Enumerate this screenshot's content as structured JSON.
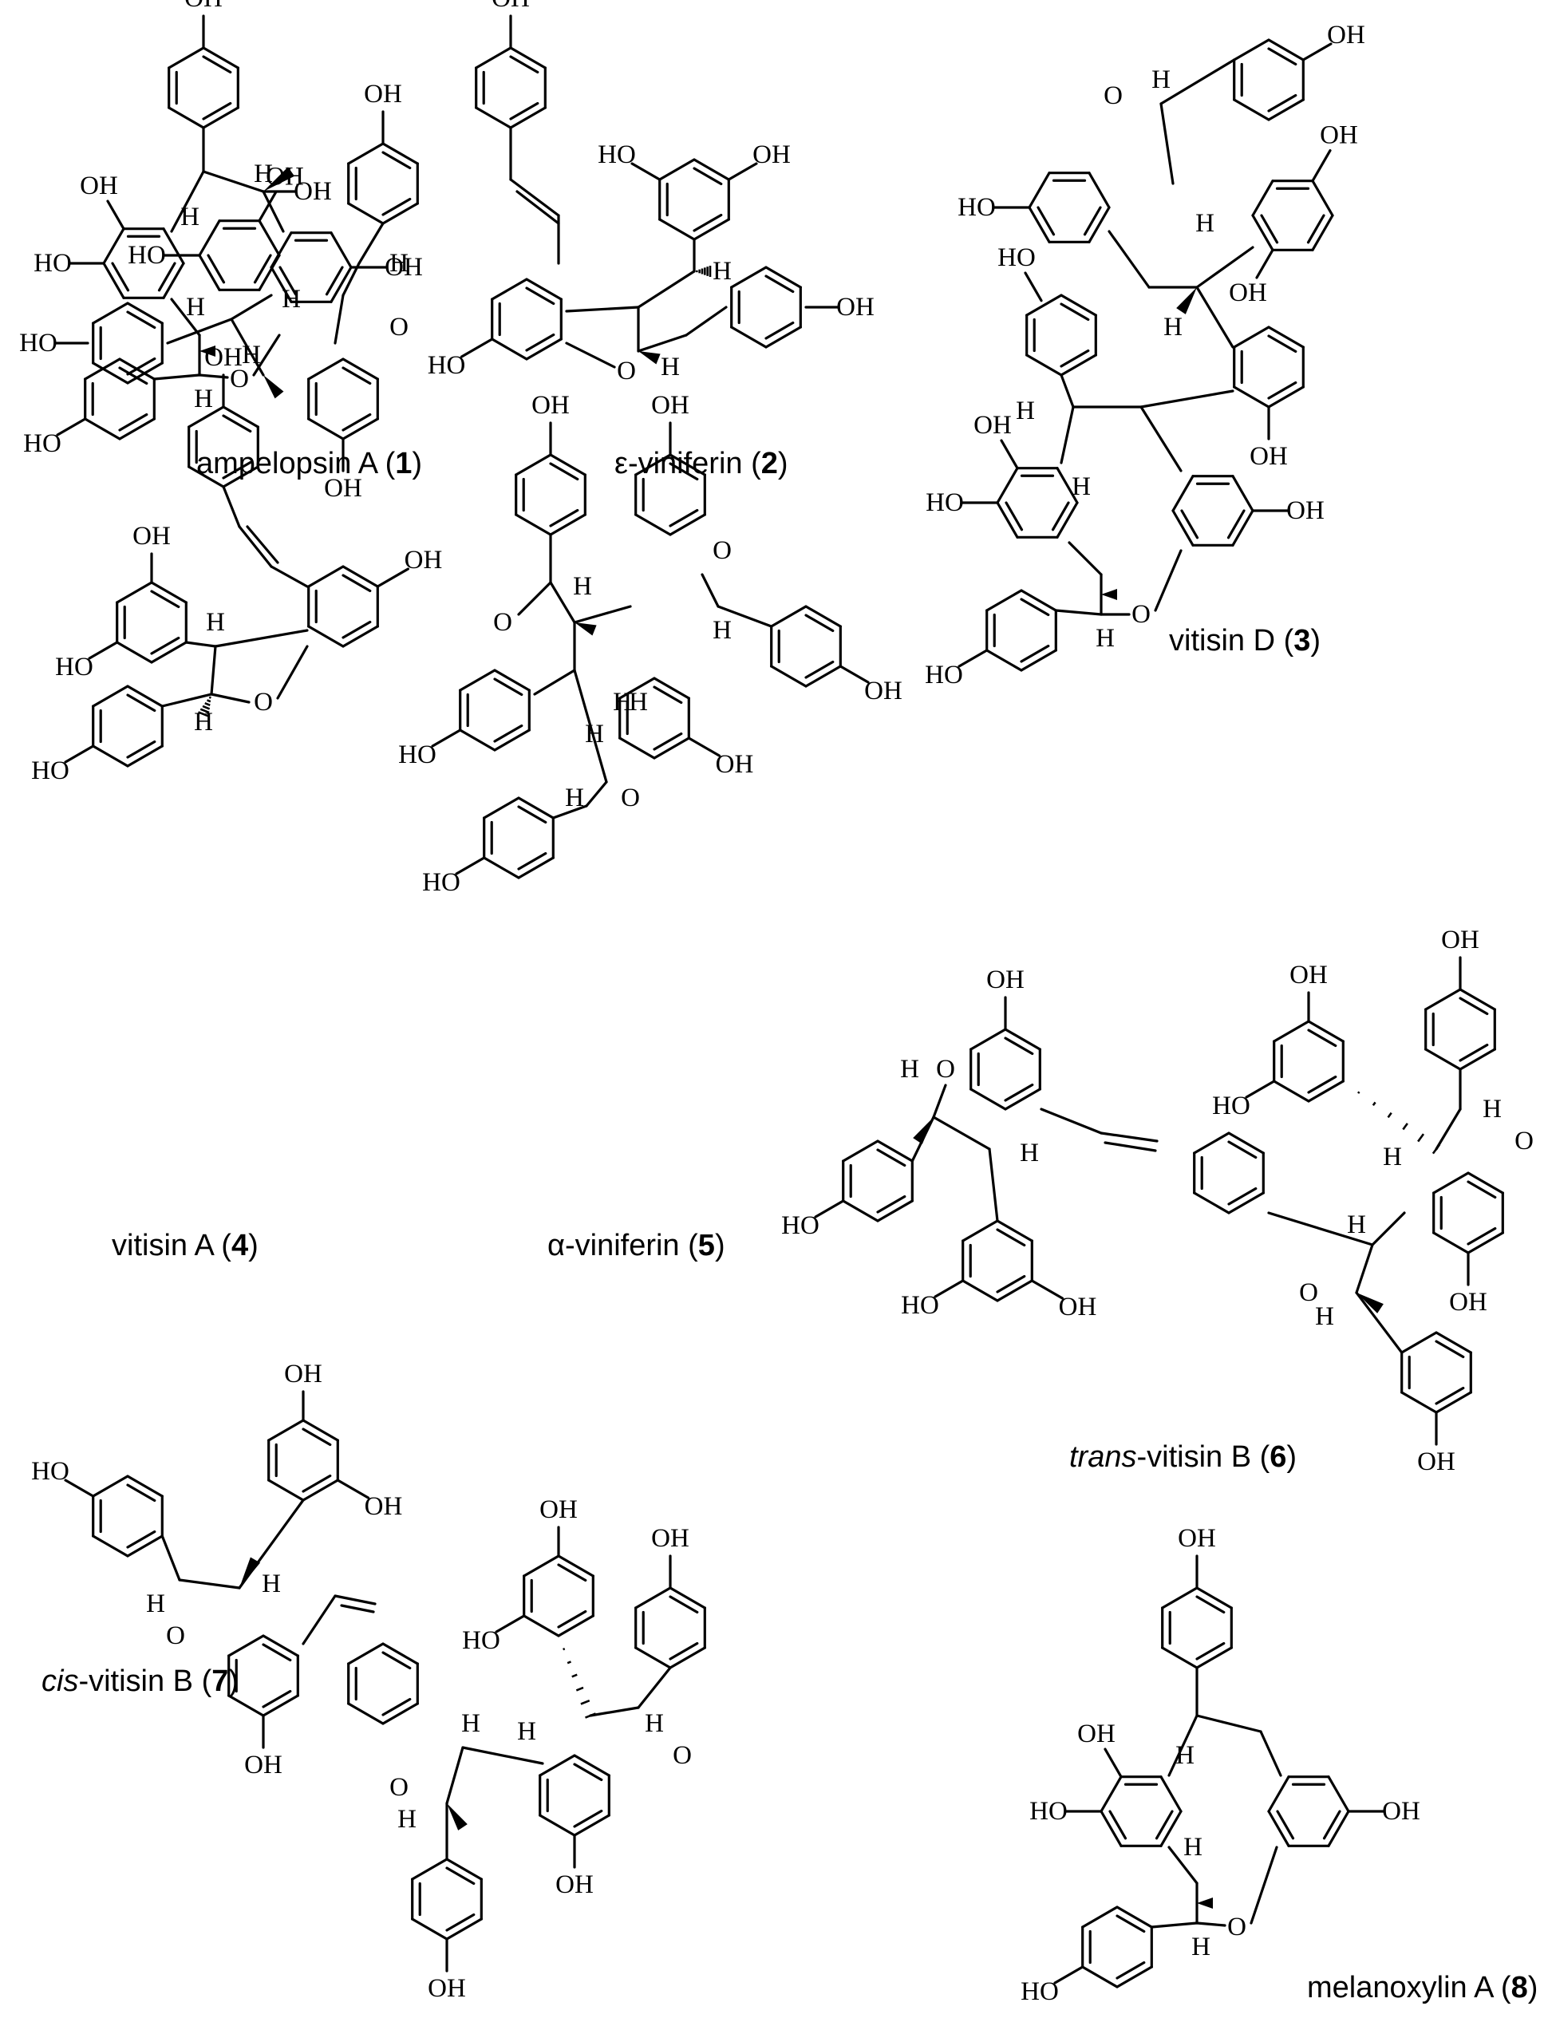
{
  "compounds": [
    {
      "name": "ampelopsin A",
      "number": "1",
      "prefix": ""
    },
    {
      "name": "ε-viniferin",
      "number": "2",
      "prefix": ""
    },
    {
      "name": "vitisin D",
      "number": "3",
      "prefix": ""
    },
    {
      "name": "vitisin A",
      "number": "4",
      "prefix": ""
    },
    {
      "name": "α-viniferin",
      "number": "5",
      "prefix": ""
    },
    {
      "name": "-vitisin B",
      "number": "6",
      "prefix": "trans"
    },
    {
      "name": "-vitisin B",
      "number": "7",
      "prefix": "cis"
    },
    {
      "name": "melanoxylin A",
      "number": "8",
      "prefix": ""
    }
  ],
  "atom_labels": {
    "hydroxyl": "OH",
    "hydroxyl_left": "HO",
    "hydrogen": "H",
    "oxygen": "O"
  }
}
